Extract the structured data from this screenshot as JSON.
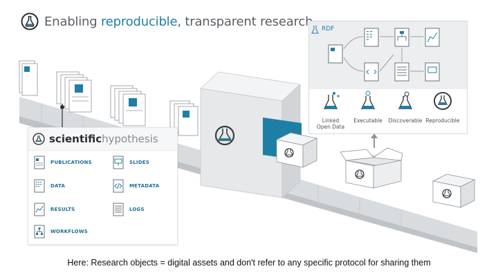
{
  "header": {
    "title_part1": "Enabling ",
    "title_accent": "reproducible",
    "title_part2": ", transparent research."
  },
  "legend": {
    "brand_bold": "scientific",
    "brand_light": "hypothesis",
    "items": [
      {
        "label": "PUBLICATIONS",
        "icon": "document-icon"
      },
      {
        "label": "SLIDES",
        "icon": "slides-icon"
      },
      {
        "label": "DATA",
        "icon": "data-icon"
      },
      {
        "label": "METADATA",
        "icon": "code-icon"
      },
      {
        "label": "RESULTS",
        "icon": "chart-icon"
      },
      {
        "label": "LOGS",
        "icon": "log-icon"
      },
      {
        "label": "WORKFLOWS",
        "icon": "workflow-icon"
      }
    ]
  },
  "rdf_panel": {
    "label": "RDF",
    "features": [
      {
        "label": "Linked\nOpen Data",
        "icon": "linked-data-icon"
      },
      {
        "label": "Executable",
        "icon": "executable-icon"
      },
      {
        "label": "Discoverable",
        "icon": "discoverable-icon"
      },
      {
        "label": "Reproducible",
        "icon": "reproducible-icon"
      }
    ]
  },
  "caption": "Here:  Research objects = digital assets and don't refer to any specific protocol for sharing them",
  "colors": {
    "accent": "#1e7fa6",
    "belt": "#d9dcdf",
    "machine": "#e6e8ea",
    "text_gray": "#5a5e63"
  }
}
